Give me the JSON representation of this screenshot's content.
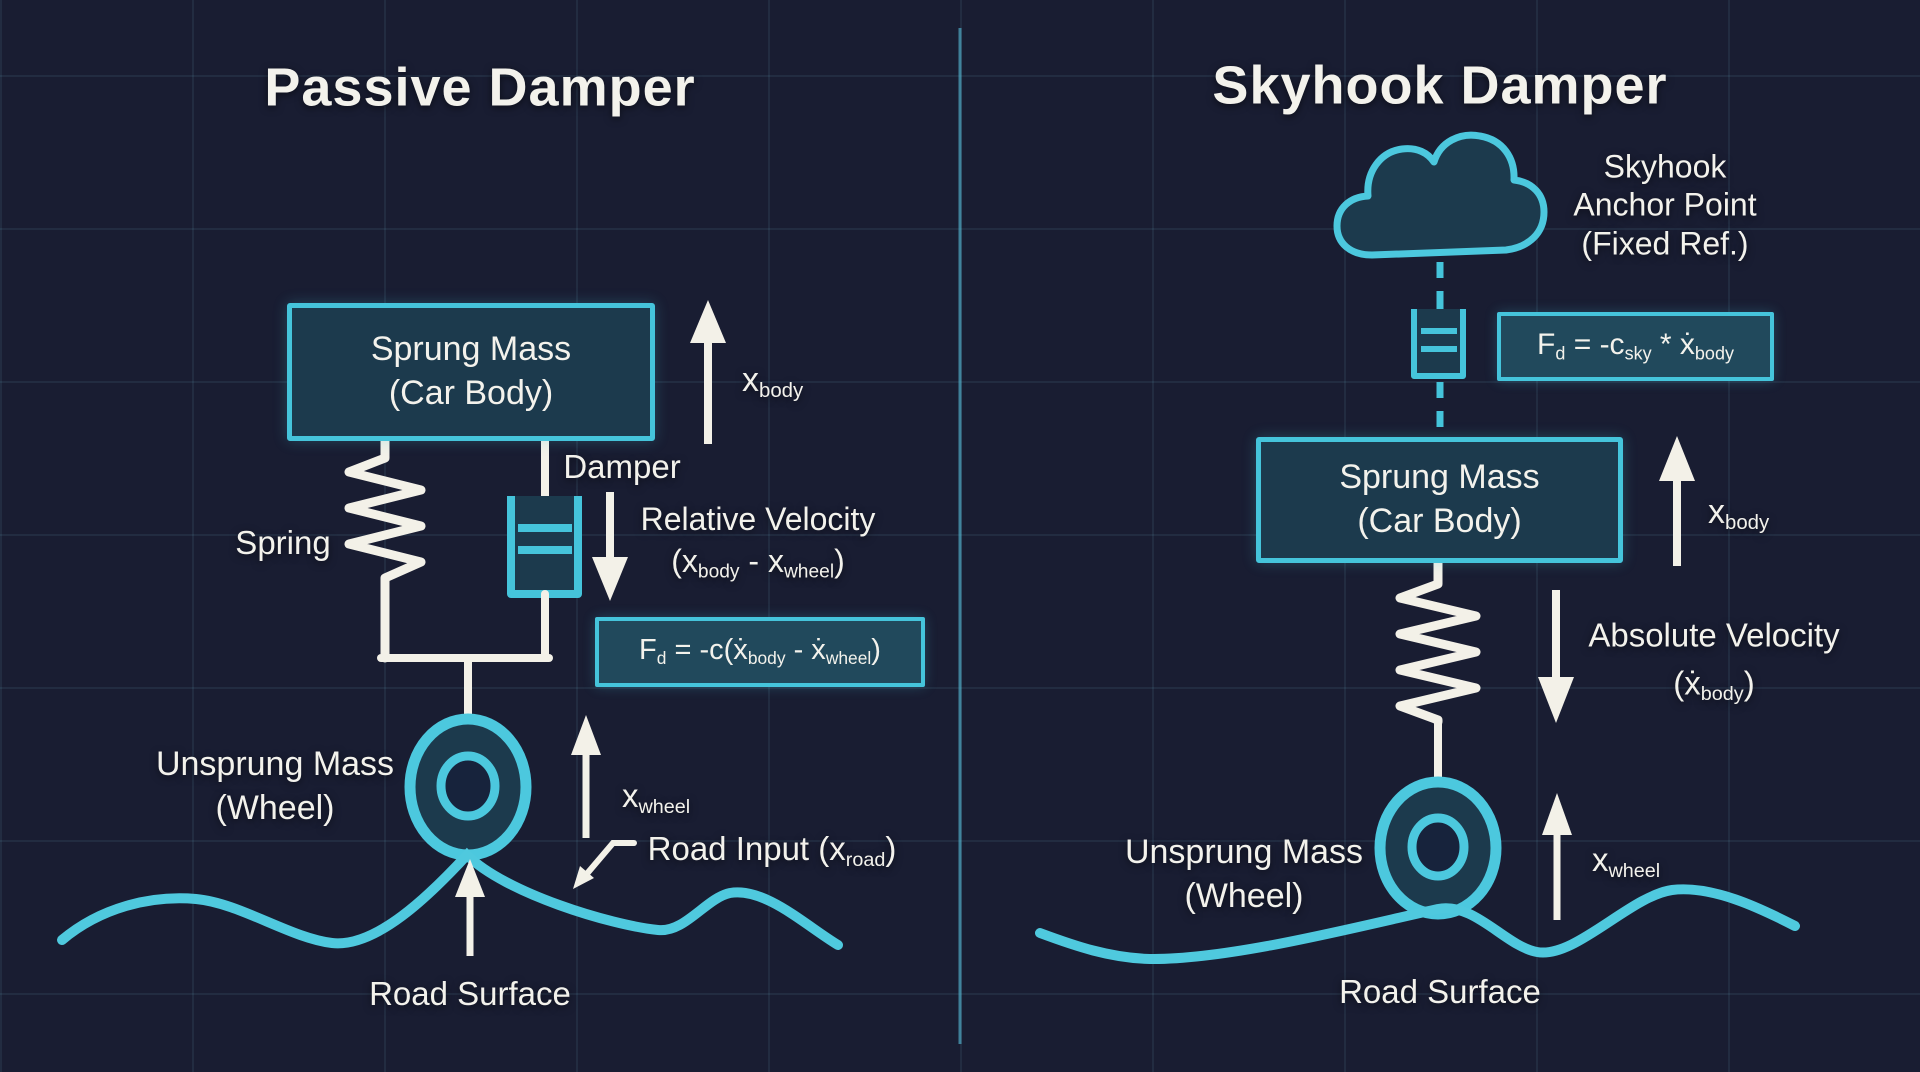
{
  "colors": {
    "background": "#191d32",
    "accent_cyan": "#4cc8de",
    "panel_fill": "#1c3a4d",
    "formula_fill": "#21495c",
    "stroke_white": "#f3f1e8",
    "text": "#f3f2ec",
    "divider": "#53b4cf"
  },
  "left": {
    "title": "Passive Damper",
    "sprung_mass_line1": "Sprung Mass",
    "sprung_mass_line2": "(Car Body)",
    "x_body_label": [
      [
        "t",
        "x"
      ],
      [
        "s",
        "body"
      ]
    ],
    "damper_label": "Damper",
    "spring_label": "Spring",
    "relative_velocity_line1": "Relative Velocity",
    "relative_velocity_line2": [
      [
        "t",
        "(x"
      ],
      [
        "s",
        "body"
      ],
      [
        "t",
        " - x"
      ],
      [
        "s",
        "wheel"
      ],
      [
        "t",
        ")"
      ]
    ],
    "formula": [
      [
        "t",
        "F"
      ],
      [
        "s",
        "d"
      ],
      [
        "t",
        " = -c(ẋ"
      ],
      [
        "s",
        "body"
      ],
      [
        "t",
        " - ẋ"
      ],
      [
        "s",
        "wheel"
      ],
      [
        "t",
        ")"
      ]
    ],
    "unsprung_mass_line1": "Unsprung Mass",
    "unsprung_mass_line2": "(Wheel)",
    "x_wheel_label": [
      [
        "t",
        "x"
      ],
      [
        "s",
        "wheel"
      ]
    ],
    "road_input_label": [
      [
        "t",
        "Road Input (x"
      ],
      [
        "s",
        "road"
      ],
      [
        "t",
        ")"
      ]
    ],
    "road_surface_label": "Road Surface"
  },
  "right": {
    "title": "Skyhook Damper",
    "anchor_line1": "Skyhook",
    "anchor_line2": "Anchor Point",
    "anchor_line3": "(Fixed Ref.)",
    "formula": [
      [
        "t",
        "F"
      ],
      [
        "s",
        "d"
      ],
      [
        "t",
        " = -c"
      ],
      [
        "s",
        "sky"
      ],
      [
        "t",
        " * ẋ"
      ],
      [
        "s",
        "body"
      ]
    ],
    "sprung_mass_line1": "Sprung Mass",
    "sprung_mass_line2": "(Car Body)",
    "x_body_label": [
      [
        "t",
        "x"
      ],
      [
        "s",
        "body"
      ]
    ],
    "absolute_velocity_line1": "Absolute Velocity",
    "absolute_velocity_line2": [
      [
        "t",
        "(ẋ"
      ],
      [
        "s",
        "body"
      ],
      [
        "t",
        ")"
      ]
    ],
    "unsprung_mass_line1": "Unsprung Mass",
    "unsprung_mass_line2": "(Wheel)",
    "x_wheel_label": [
      [
        "t",
        "x"
      ],
      [
        "s",
        "wheel"
      ]
    ],
    "road_surface_label": "Road Surface"
  }
}
